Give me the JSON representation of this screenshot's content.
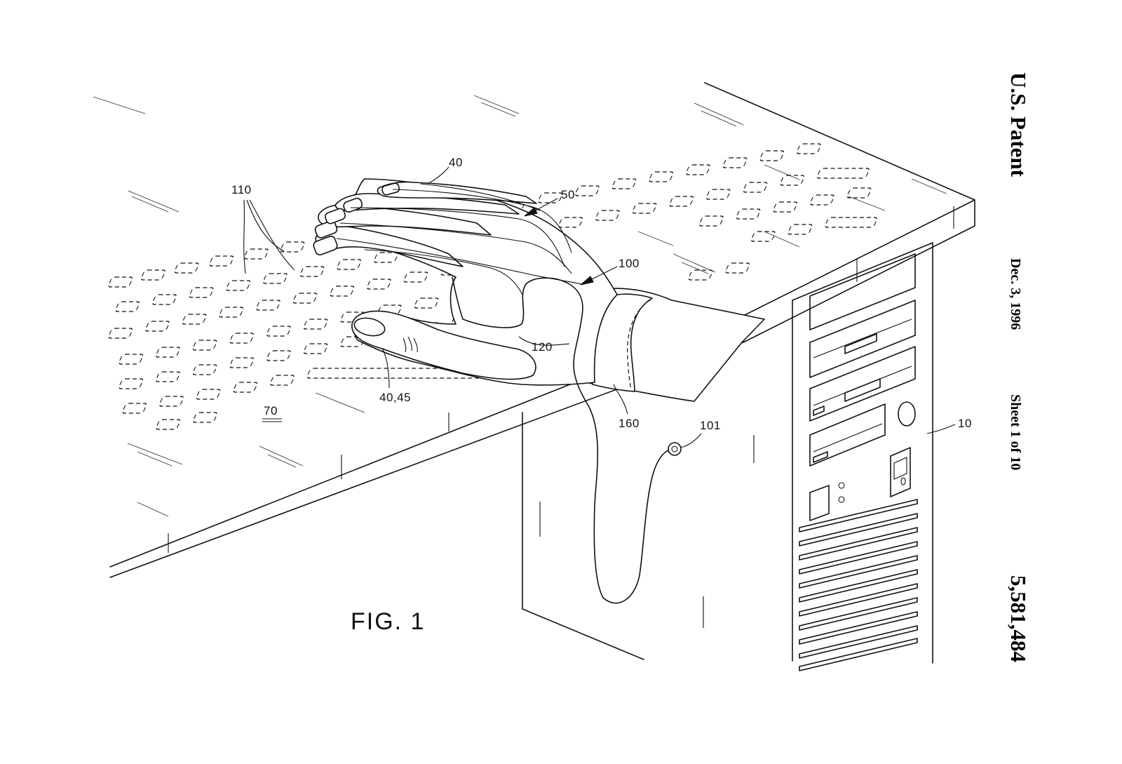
{
  "header": {
    "title": "U.S. Patent",
    "date": "Dec. 3, 1996",
    "sheet": "Sheet 1 of 10",
    "patent_number": "5,581,484"
  },
  "figure": {
    "caption": "FIG. 1",
    "labels": {
      "fingertip_sensors": "110",
      "finger_sensor": "40",
      "glove_wiring": "50",
      "glove": "100",
      "wire": "120",
      "thumb_sensor": "40,45",
      "surface": "70",
      "wrist_band": "160",
      "connector": "101",
      "computer": "10"
    }
  }
}
